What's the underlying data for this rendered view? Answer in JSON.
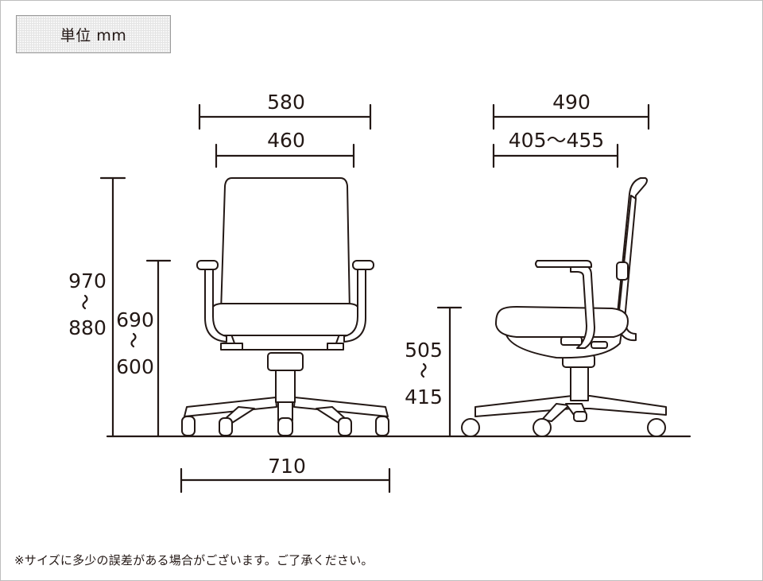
{
  "unit_label": "単位 mm",
  "dimensions": {
    "front_overall_width": "580",
    "front_seat_width": "460",
    "base_width": "710",
    "overall_height_max": "970",
    "overall_height_sep": "〜",
    "overall_height_min": "880",
    "armrest_height_max": "690",
    "armrest_height_sep": "〜",
    "armrest_height_min": "600",
    "side_overall_depth": "490",
    "side_seat_depth": "405〜455",
    "seat_height_max": "505",
    "seat_height_sep": "〜",
    "seat_height_min": "415"
  },
  "note": "※サイズに多少の誤差がある場合がございます。ご了承ください。",
  "colors": {
    "line": "#231815",
    "border": "#bdbdbd",
    "background": "#ffffff"
  }
}
